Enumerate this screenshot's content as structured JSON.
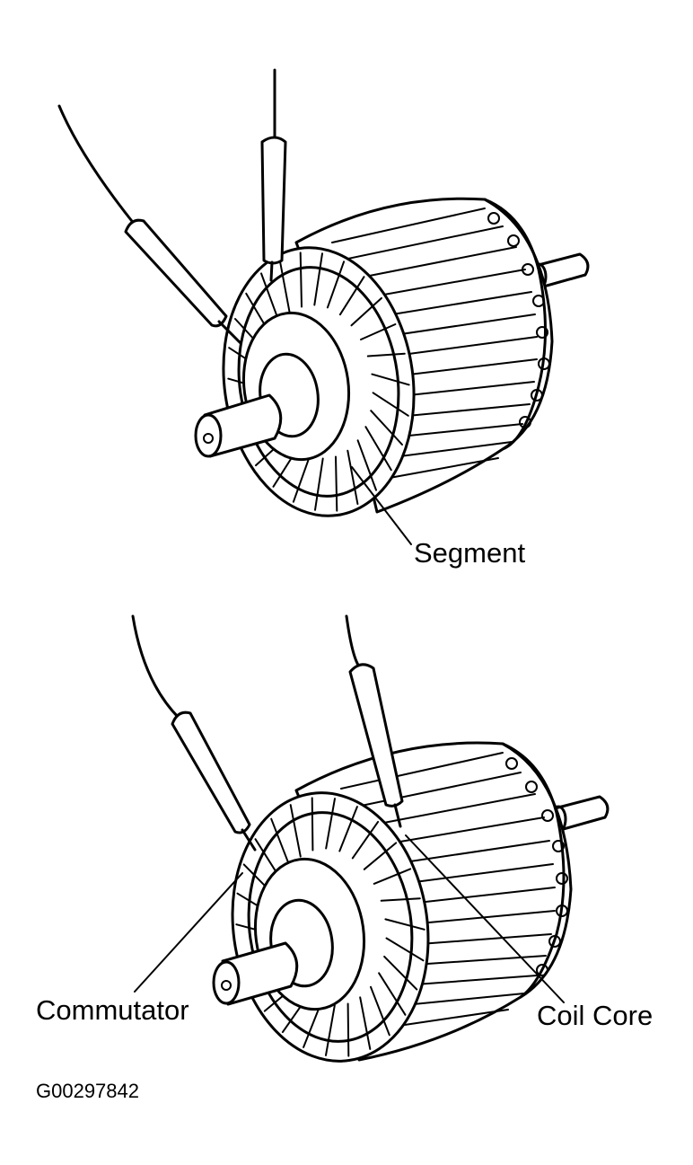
{
  "labels": {
    "segment": "Segment",
    "commutator": "Commutator",
    "coil_core": "Coil Core"
  },
  "figure_id": "G00297842",
  "colors": {
    "ink": "#000000",
    "paper": "#ffffff"
  }
}
